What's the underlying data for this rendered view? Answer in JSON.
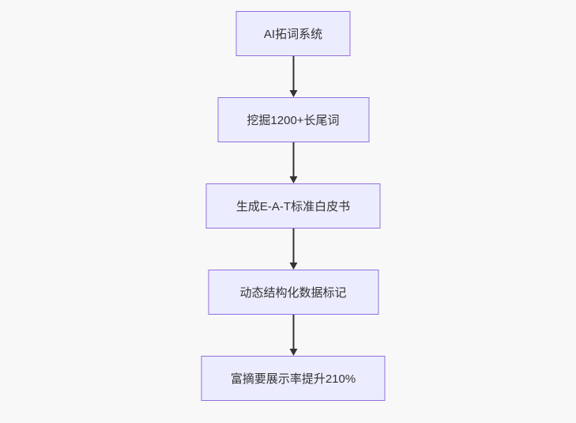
{
  "diagram": {
    "type": "flowchart",
    "direction": "top-down",
    "colors": {
      "canvas_background": "#f8f8f8",
      "node_fill": "#ECECFF",
      "node_border": "#9370DB",
      "node_text": "#333333",
      "arrow": "#333333"
    },
    "nodes": [
      {
        "id": "n1",
        "label": "AI拓词系统"
      },
      {
        "id": "n2",
        "label": "挖掘1200+长尾词"
      },
      {
        "id": "n3",
        "label": "生成E-A-T标准白皮书"
      },
      {
        "id": "n4",
        "label": "动态结构化数据标记"
      },
      {
        "id": "n5",
        "label": "富摘要展示率提升210%"
      }
    ],
    "edges": [
      {
        "from": "n1",
        "to": "n2"
      },
      {
        "from": "n2",
        "to": "n3"
      },
      {
        "from": "n3",
        "to": "n4"
      },
      {
        "from": "n4",
        "to": "n5"
      }
    ]
  }
}
